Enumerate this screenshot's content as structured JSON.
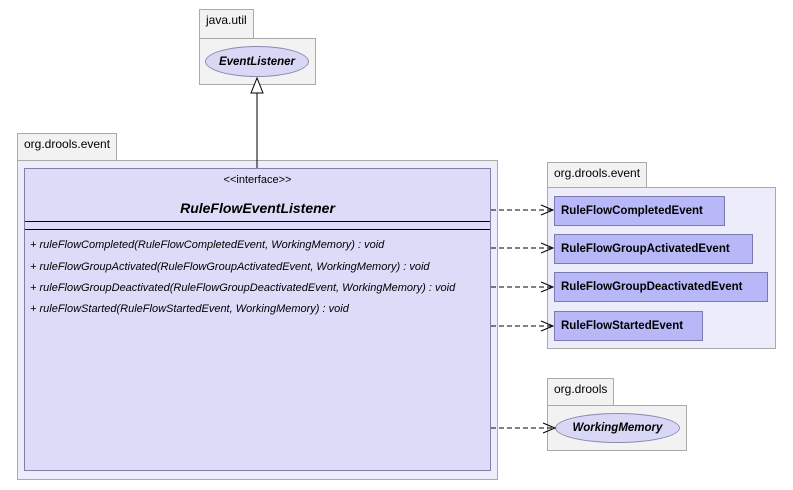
{
  "packages": {
    "java_util": {
      "name": "java.util",
      "interface": "EventListener"
    },
    "drools_event_main": {
      "name": "org.drools.event"
    },
    "drools_event_deps": {
      "name": "org.drools.event",
      "classes": [
        "RuleFlowCompletedEvent",
        "RuleFlowGroupActivatedEvent",
        "RuleFlowGroupDeactivatedEvent",
        "RuleFlowStartedEvent"
      ]
    },
    "drools": {
      "name": "org.drools",
      "interface": "WorkingMemory"
    }
  },
  "main_interface": {
    "stereotype": "<<interface>>",
    "name": "RuleFlowEventListener",
    "methods": [
      "+ ruleFlowCompleted(RuleFlowCompletedEvent, WorkingMemory) : void",
      "+ ruleFlowGroupActivated(RuleFlowGroupActivatedEvent, WorkingMemory) : void",
      "+ ruleFlowGroupDeactivated(RuleFlowGroupDeactivatedEvent, WorkingMemory) : void",
      "+ ruleFlowStarted(RuleFlowStartedEvent, WorkingMemory) : void"
    ]
  },
  "colors": {
    "package_bg": "#f2f2f2",
    "interface_fill": "#d8d8f6",
    "class_fill": "#b8b8f8",
    "main_fill": "#dcdcf8"
  }
}
